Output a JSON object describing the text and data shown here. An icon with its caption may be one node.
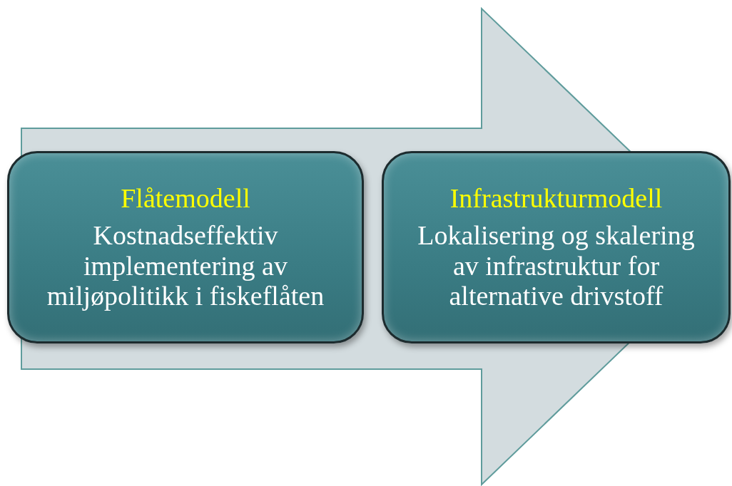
{
  "diagram": {
    "nodes": [
      {
        "text": [
          "Flåtemodell",
          "Kostnadseffektiv implementering av miljøpolitikk i fiskeflåten"
        ]
      },
      {
        "text": [
          "Infrastrukturmodell",
          "Lokalisering og skalering av infrastruktur for alternative drivstoff"
        ]
      }
    ],
    "edges": [
      {
        "from": 0,
        "to": 1,
        "arrow": "to"
      }
    ]
  }
}
